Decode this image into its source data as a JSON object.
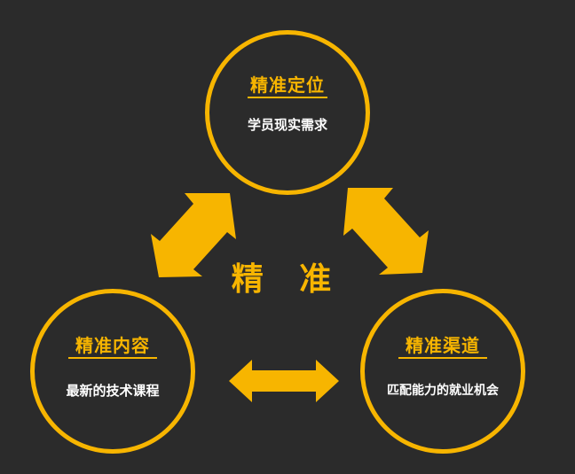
{
  "center_label": "精 准",
  "nodes": {
    "top": {
      "title": "精准定位",
      "subtitle": "学员现实需求"
    },
    "left": {
      "title": "精准内容",
      "subtitle": "最新的技术课程"
    },
    "right": {
      "title": "精准渠道",
      "subtitle": "匹配能力的就业机会"
    }
  },
  "colors": {
    "background": "#2b2b2b",
    "accent": "#f7b500",
    "text": "#ffffff"
  }
}
